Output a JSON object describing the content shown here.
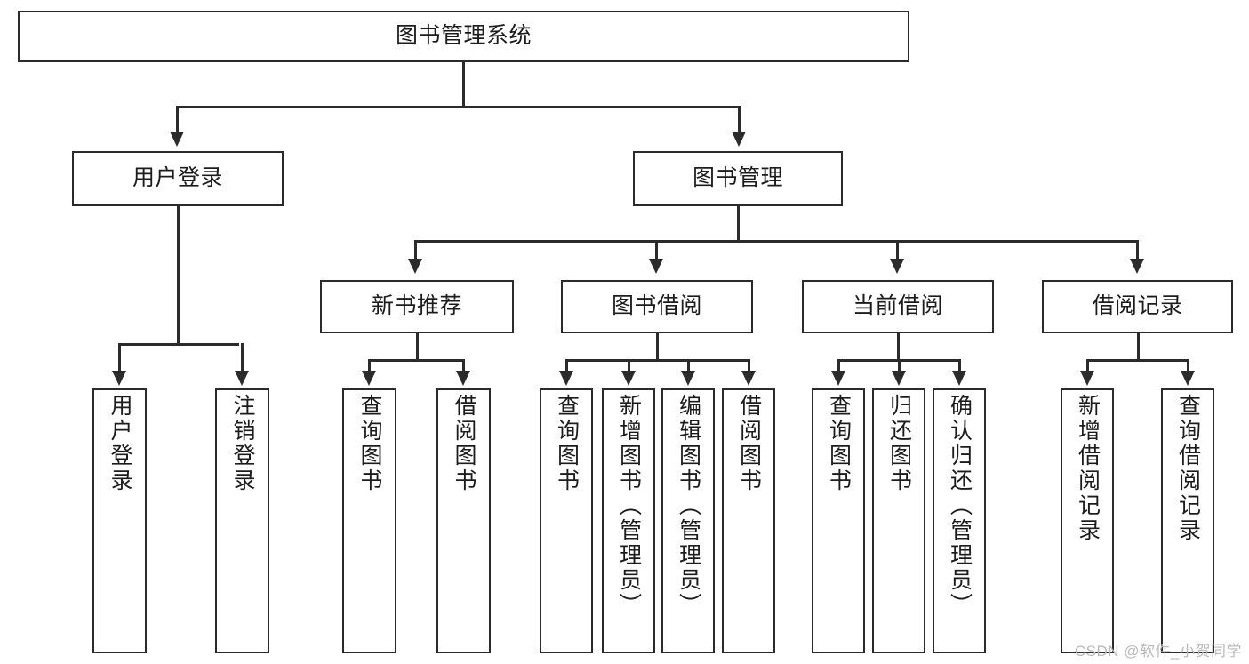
{
  "diagram": {
    "title": "图书管理系统",
    "type": "hierarchy-tree",
    "root": {
      "label": "图书管理系统"
    },
    "level2": [
      {
        "label": "用户登录"
      },
      {
        "label": "图书管理"
      }
    ],
    "level3": [
      {
        "label": "新书推荐"
      },
      {
        "label": "图书借阅"
      },
      {
        "label": "当前借阅"
      },
      {
        "label": "借阅记录"
      }
    ],
    "leaves": {
      "user_login": [
        {
          "label": "用户登录"
        },
        {
          "label": "注销登录"
        }
      ],
      "new_book_recommend": [
        {
          "label": "查询图书"
        },
        {
          "label": "借阅图书"
        }
      ],
      "book_borrow": [
        {
          "label": "查询图书"
        },
        {
          "label": "新增图书（管理员）"
        },
        {
          "label": "编辑图书（管理员）"
        },
        {
          "label": "借阅图书"
        }
      ],
      "current_borrow": [
        {
          "label": "查询图书"
        },
        {
          "label": "归还图书"
        },
        {
          "label": "确认归还（管理员）"
        }
      ],
      "borrow_record": [
        {
          "label": "新增借阅记录"
        },
        {
          "label": "查询借阅记录"
        }
      ]
    }
  },
  "watermark": {
    "text": "CSDN @软件_小贺同学"
  },
  "colors": {
    "stroke": "#2b2b2b",
    "text": "#1c1c1c",
    "background": "#ffffff",
    "watermark": "#b9b9b9"
  }
}
